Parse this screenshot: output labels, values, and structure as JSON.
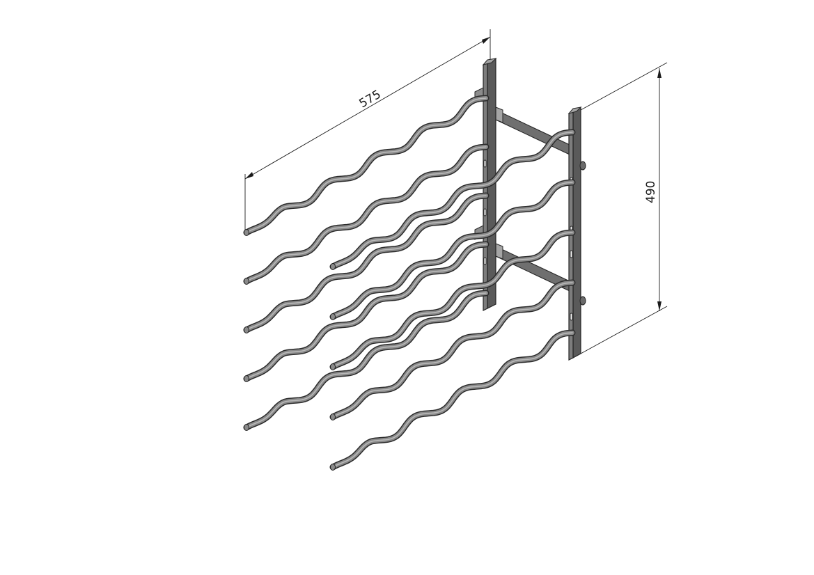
{
  "drawing": {
    "dimensions": {
      "length_label": "575",
      "height_label": "490"
    },
    "rack": {
      "front_rows": 5,
      "rear_rows": 5,
      "posts": 2,
      "cross_braces": 2
    }
  }
}
